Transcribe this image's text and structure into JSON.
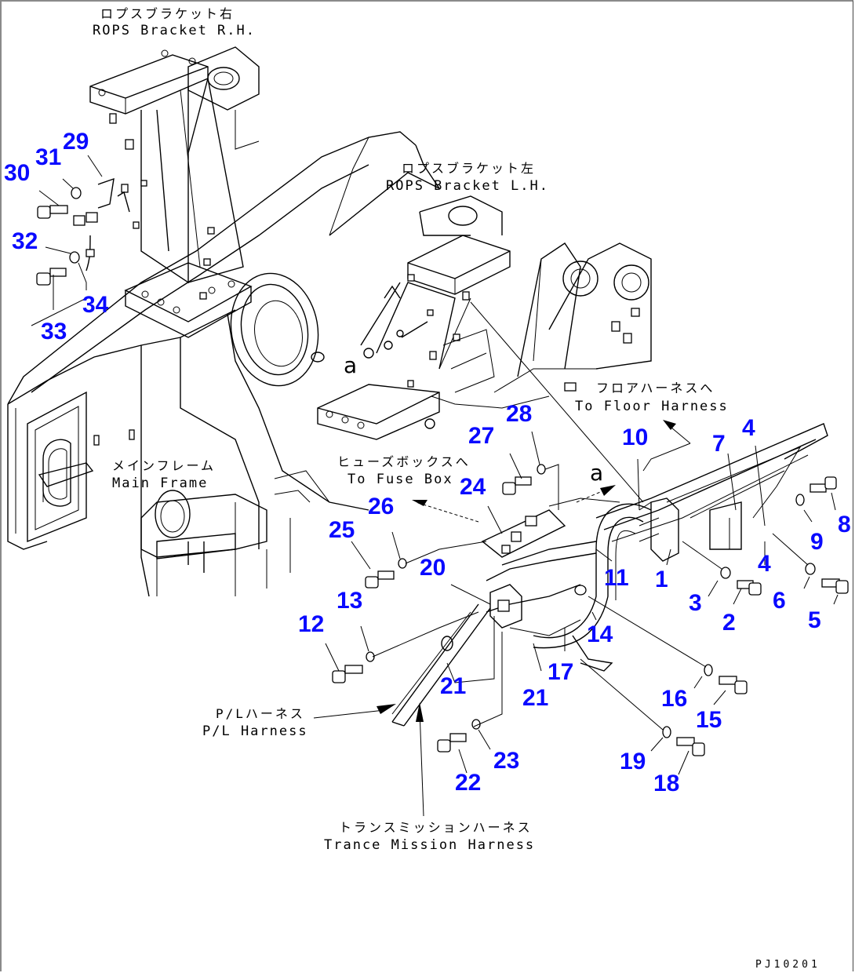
{
  "drawing": {
    "code": "PJ10201",
    "labels": {
      "rops_rh": {
        "jp": "ロプスブラケット右",
        "en": "ROPS Bracket R.H."
      },
      "rops_lh": {
        "jp": "ロプスブラケット左",
        "en": "ROPS Bracket L.H."
      },
      "floor_harness": {
        "jp": "フロアハーネスへ",
        "en": "To Floor Harness"
      },
      "fuse_box": {
        "jp": "ヒューズボックスへ",
        "en": "To Fuse Box"
      },
      "main_frame": {
        "jp": "メインフレーム",
        "en": "Main Frame"
      },
      "pl_harness": {
        "jp": "P/Lハーネス",
        "en": "P/L Harness"
      },
      "transmission_harness": {
        "jp": "トランスミッションハーネス",
        "en": "Trance Mission Harness"
      }
    },
    "view_markers": [
      "a",
      "a"
    ],
    "parts": [
      {
        "id": "p1",
        "n": "1"
      },
      {
        "id": "p2",
        "n": "2"
      },
      {
        "id": "p3",
        "n": "3"
      },
      {
        "id": "p4a",
        "n": "4"
      },
      {
        "id": "p4b",
        "n": "4"
      },
      {
        "id": "p5",
        "n": "5"
      },
      {
        "id": "p6",
        "n": "6"
      },
      {
        "id": "p7",
        "n": "7"
      },
      {
        "id": "p8",
        "n": "8"
      },
      {
        "id": "p9",
        "n": "9"
      },
      {
        "id": "p10",
        "n": "10"
      },
      {
        "id": "p11",
        "n": "11"
      },
      {
        "id": "p12",
        "n": "12"
      },
      {
        "id": "p13",
        "n": "13"
      },
      {
        "id": "p14",
        "n": "14"
      },
      {
        "id": "p15",
        "n": "15"
      },
      {
        "id": "p16",
        "n": "16"
      },
      {
        "id": "p17",
        "n": "17"
      },
      {
        "id": "p18",
        "n": "18"
      },
      {
        "id": "p19",
        "n": "19"
      },
      {
        "id": "p20",
        "n": "20"
      },
      {
        "id": "p21a",
        "n": "21"
      },
      {
        "id": "p21b",
        "n": "21"
      },
      {
        "id": "p22",
        "n": "22"
      },
      {
        "id": "p23",
        "n": "23"
      },
      {
        "id": "p24",
        "n": "24"
      },
      {
        "id": "p25",
        "n": "25"
      },
      {
        "id": "p26",
        "n": "26"
      },
      {
        "id": "p27",
        "n": "27"
      },
      {
        "id": "p28",
        "n": "28"
      },
      {
        "id": "p29",
        "n": "29"
      },
      {
        "id": "p30",
        "n": "30"
      },
      {
        "id": "p31",
        "n": "31"
      },
      {
        "id": "p32",
        "n": "32"
      },
      {
        "id": "p33",
        "n": "33"
      },
      {
        "id": "p34",
        "n": "34"
      }
    ],
    "callout_color": "#0a0aff"
  }
}
